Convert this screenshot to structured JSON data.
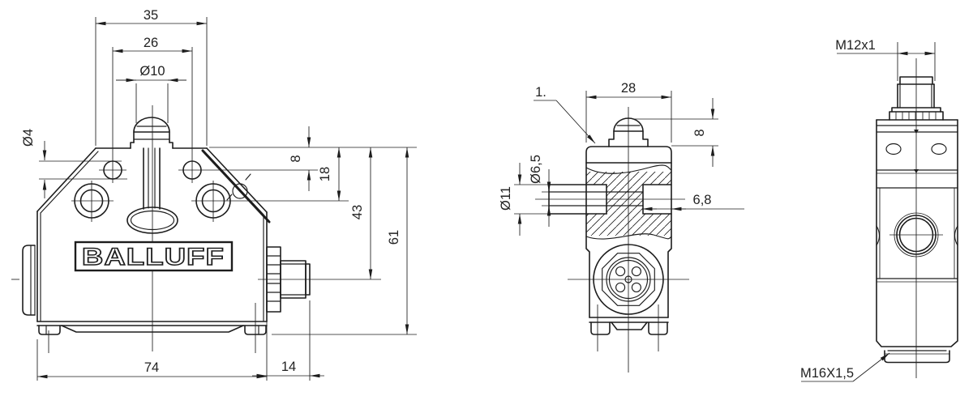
{
  "title": "Limit switch technical drawing, three views",
  "colors": {
    "background": "#ffffff",
    "line": "#1d1d1d",
    "text": "#222222"
  },
  "front_view": {
    "logo": "BALLUFF",
    "dim_top_width": "35",
    "dim_hole_spacing": "26",
    "dim_plunger_dia": "Ø10",
    "dim_side_hole_dia": "Ø4",
    "dim_depth_8": "8",
    "dim_depth_18": "18",
    "dim_depth_43": "43",
    "dim_height_61": "61",
    "dim_body_width": "74",
    "dim_connector_len": "14"
  },
  "section_view": {
    "callout": "1.",
    "dim_depth_28": "28",
    "dim_plunger_h": "8",
    "dim_bore": "Ø6,5",
    "dim_boss": "Ø11",
    "dim_cbore_depth": "6,8"
  },
  "connector_view": {
    "thread_top": "M12x1",
    "thread_bottom": "M16X1,5"
  }
}
